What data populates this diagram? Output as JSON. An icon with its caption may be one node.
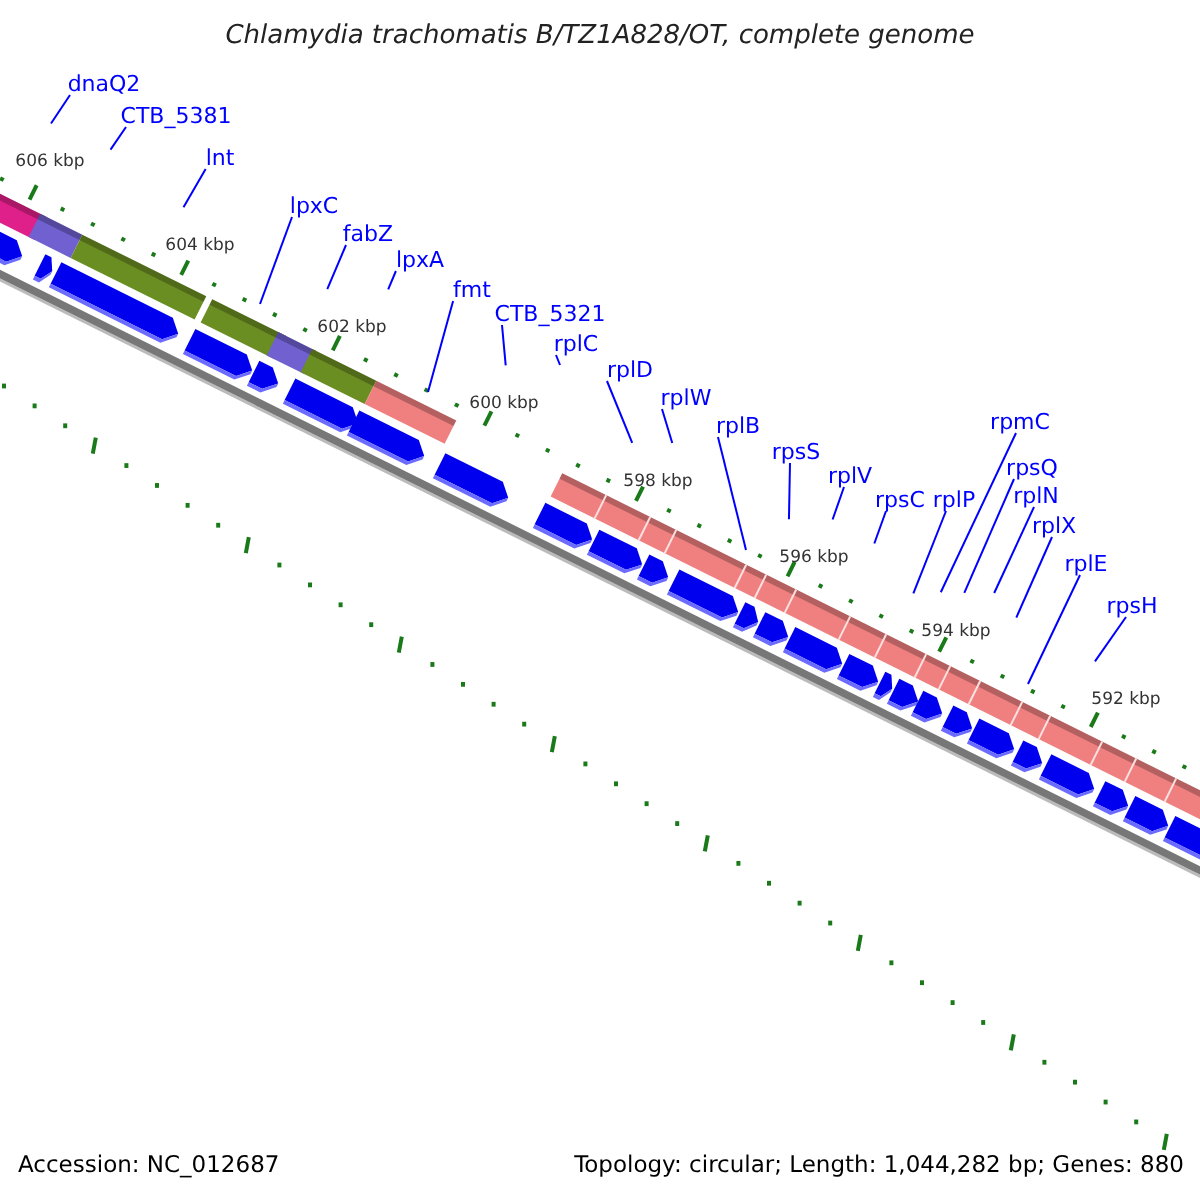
{
  "diagram": {
    "title": "Chlamydia trachomatis B/TZ1A828/OT, complete genome",
    "nodes": [
      {
        "text": [
          "dnaQ2"
        ]
      },
      {
        "text": [
          "CTB_5381"
        ]
      },
      {
        "text": [
          "lnt"
        ]
      },
      {
        "text": [
          "lpxC"
        ]
      },
      {
        "text": [
          "fabZ"
        ]
      },
      {
        "text": [
          "lpxA"
        ]
      },
      {
        "text": [
          "fmt"
        ]
      },
      {
        "text": [
          "CTB_5321"
        ]
      },
      {
        "text": [
          "rplC"
        ]
      },
      {
        "text": [
          "rplD"
        ]
      },
      {
        "text": [
          "rplW"
        ]
      },
      {
        "text": [
          "rplB"
        ]
      },
      {
        "text": [
          "rpsS"
        ]
      },
      {
        "text": [
          "rplV"
        ]
      },
      {
        "text": [
          "rpsC"
        ]
      },
      {
        "text": [
          "rplP"
        ]
      },
      {
        "text": [
          "rpmC"
        ]
      },
      {
        "text": [
          "rpsQ"
        ]
      },
      {
        "text": [
          "rplN"
        ]
      },
      {
        "text": [
          "rplX"
        ]
      },
      {
        "text": [
          "rplE"
        ]
      },
      {
        "text": [
          "rpsH"
        ]
      }
    ],
    "edges": [
      {
        "from": 0,
        "to": null,
        "arrow": "none"
      },
      {
        "from": 1,
        "to": null,
        "arrow": "none"
      },
      {
        "from": 2,
        "to": null,
        "arrow": "none"
      },
      {
        "from": 3,
        "to": null,
        "arrow": "none"
      },
      {
        "from": 4,
        "to": null,
        "arrow": "none"
      },
      {
        "from": 5,
        "to": null,
        "arrow": "none"
      },
      {
        "from": 6,
        "to": null,
        "arrow": "none"
      },
      {
        "from": 7,
        "to": null,
        "arrow": "none"
      },
      {
        "from": 8,
        "to": null,
        "arrow": "none"
      },
      {
        "from": 9,
        "to": null,
        "arrow": "none"
      },
      {
        "from": 10,
        "to": null,
        "arrow": "none"
      },
      {
        "from": 11,
        "to": null,
        "arrow": "none"
      },
      {
        "from": 12,
        "to": null,
        "arrow": "none"
      },
      {
        "from": 13,
        "to": null,
        "arrow": "none"
      },
      {
        "from": 14,
        "to": null,
        "arrow": "none"
      },
      {
        "from": 15,
        "to": null,
        "arrow": "none"
      },
      {
        "from": 16,
        "to": null,
        "arrow": "none"
      },
      {
        "from": 17,
        "to": null,
        "arrow": "none"
      },
      {
        "from": 18,
        "to": null,
        "arrow": "none"
      },
      {
        "from": 19,
        "to": null,
        "arrow": "none"
      },
      {
        "from": 20,
        "to": null,
        "arrow": "none"
      },
      {
        "from": 21,
        "to": null,
        "arrow": "none"
      }
    ],
    "labels": [
      "606 kbp",
      "604 kbp",
      "602 kbp",
      "600 kbp",
      "598 kbp",
      "596 kbp",
      "594 kbp",
      "592 kbp",
      "Accession: NC_012687",
      "Topology: circular; Length: 1,044,282 bp; Genes: 880"
    ]
  }
}
